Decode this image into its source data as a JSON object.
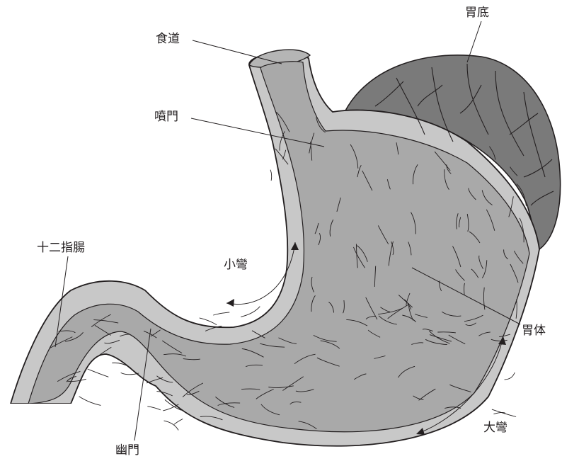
{
  "colors": {
    "wall": "#c8c8c8",
    "lumen": "#a9a9a9",
    "fundus": "#7a7a7a",
    "line": "#231f20",
    "background": "#ffffff"
  },
  "labels": {
    "esophagus": "食道",
    "fundus": "胃底",
    "cardia": "噴門",
    "duodenum": "十二指腸",
    "lesser_curvature": "小彎",
    "body": "胃体",
    "greater_curvature": "大彎",
    "pylorus": "幽門"
  }
}
